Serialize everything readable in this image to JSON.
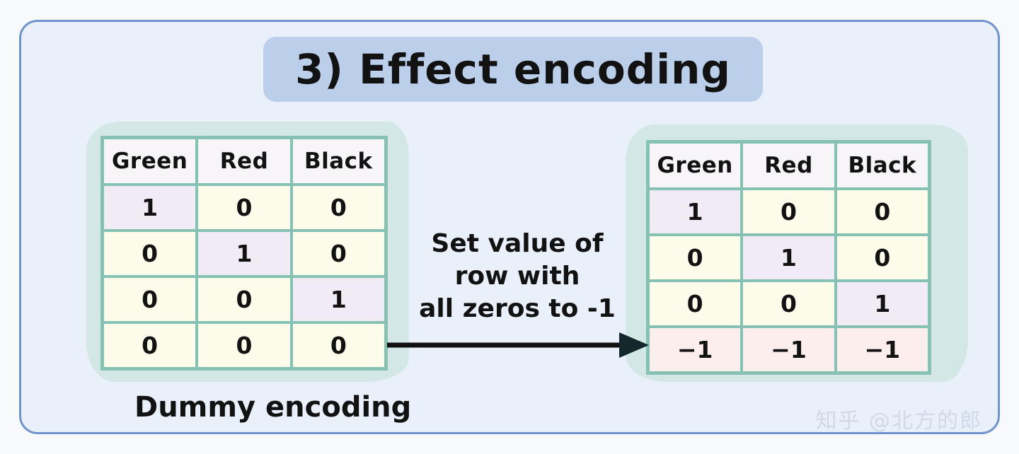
{
  "page": {
    "title": "3) Effect encoding",
    "frame_color": "#7193cc",
    "frame_background": "#eaf0f9",
    "title_pill_color": "#bbcfea",
    "highlight_blob_color": "#cfe5e3",
    "table_border_color": "#86c2b4"
  },
  "left_table": {
    "caption": "Dummy encoding",
    "headers": [
      "Green",
      "Red",
      "Black"
    ],
    "rows": [
      [
        "1",
        "0",
        "0"
      ],
      [
        "0",
        "1",
        "0"
      ],
      [
        "0",
        "0",
        "1"
      ],
      [
        "0",
        "0",
        "0"
      ]
    ]
  },
  "right_table": {
    "caption": "",
    "headers": [
      "Green",
      "Red",
      "Black"
    ],
    "rows": [
      [
        "1",
        "0",
        "0"
      ],
      [
        "0",
        "1",
        "0"
      ],
      [
        "0",
        "0",
        "1"
      ],
      [
        "−1",
        "−1",
        "−1"
      ]
    ]
  },
  "middle": {
    "line1": "Set value of",
    "line2": "row with",
    "line3": "all zeros to -1",
    "arrow": "right-arrow-icon"
  },
  "cell_colors": {
    "zero": "#fdfbea",
    "one": "#f1ebf5",
    "negative_one": "#fdeeee",
    "header": "#f7f5f8"
  },
  "watermark": {
    "text": "知乎 @北方的郎",
    "color": "#cfd9e8"
  }
}
